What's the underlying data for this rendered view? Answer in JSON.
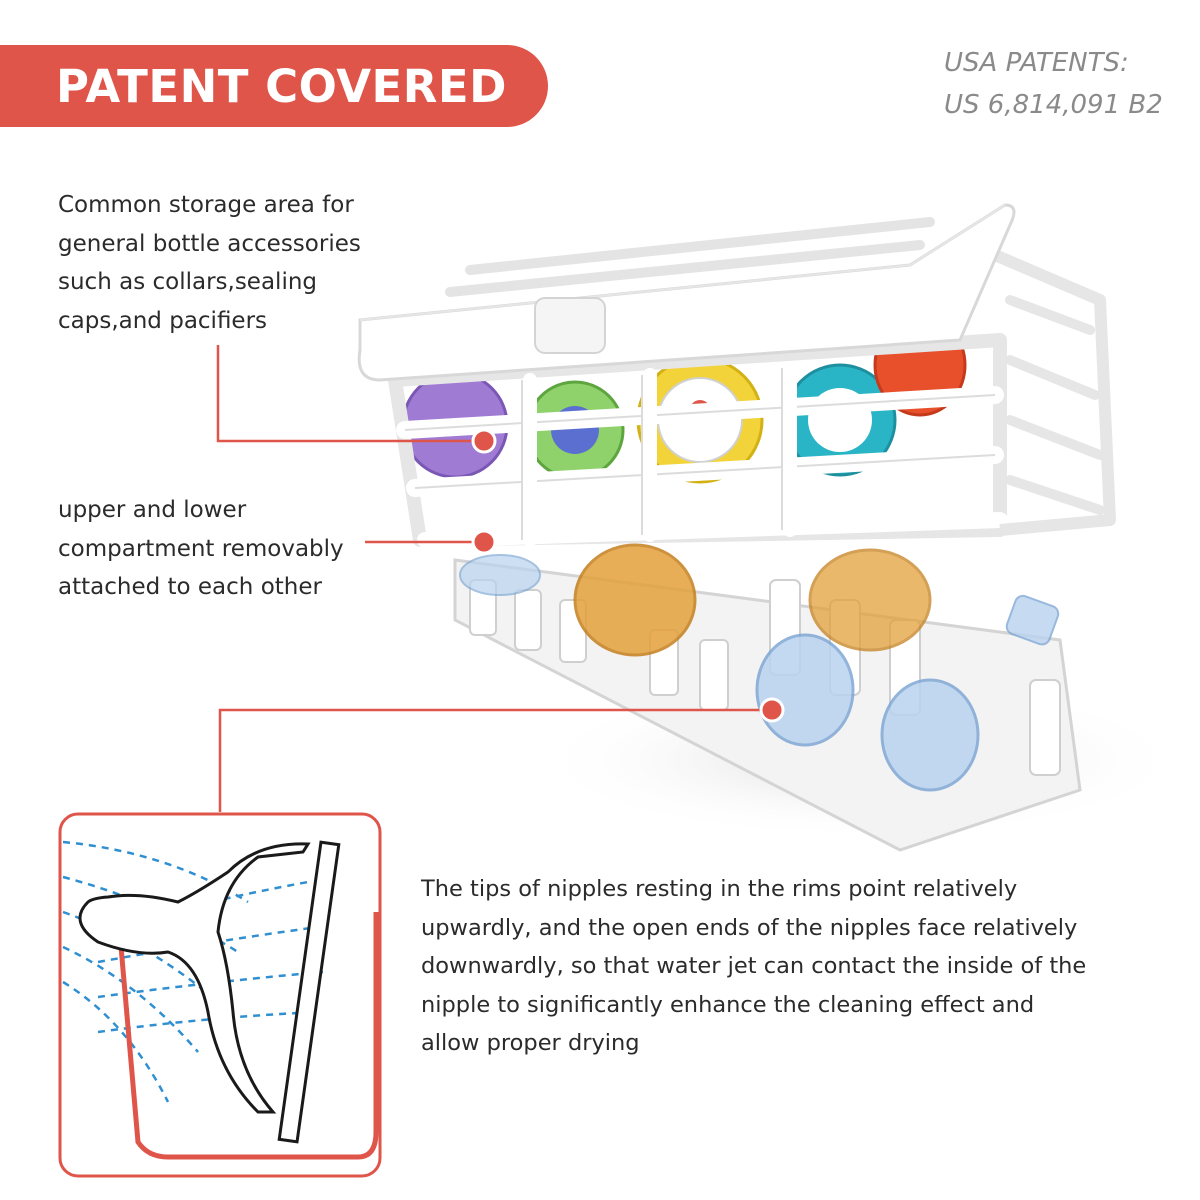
{
  "banner": {
    "title": "PATENT COVERED"
  },
  "patents": {
    "line1": "USA PATENTS:",
    "line2": "US 6,814,091 B2"
  },
  "callouts": [
    {
      "lines": [
        "Common storage area for",
        "general bottle accessories",
        "such as collars,sealing",
        "caps,and pacifiers"
      ]
    },
    {
      "lines": [
        "upper and lower",
        "compartment removably",
        "attached to each other"
      ]
    },
    {
      "lines": [
        "The tips of nipples resting in the rims point relatively",
        "upwardly, and the open ends of the nipples face relatively",
        "downwardly, so that water jet can contact the inside of the",
        "nipple to significantly enhance the cleaning effect and",
        "allow proper drying"
      ]
    }
  ],
  "colors": {
    "accent": "#e0554a",
    "text": "#2b2b2b",
    "muted": "#8a8a8a",
    "water": "#2f8fd0"
  },
  "icons": {
    "product": "dishwasher-basket-illustration",
    "diagram": "nipple-in-rim-diagram"
  }
}
